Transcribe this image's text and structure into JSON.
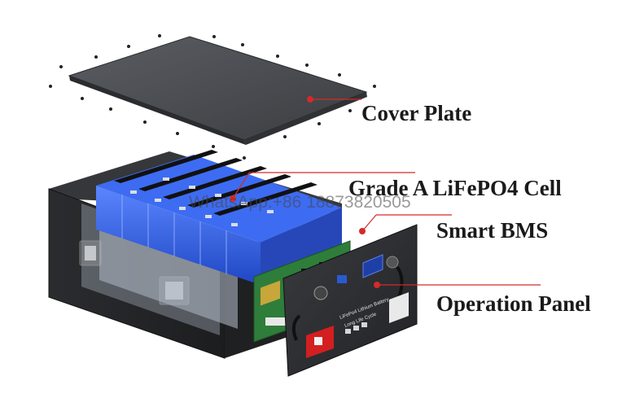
{
  "labels": {
    "cover_plate": "Cover Plate",
    "cell": "Grade A LiFePO4 Cell",
    "bms": "Smart BMS",
    "operation_panel": "Operation Panel"
  },
  "watermark": "WhatsApp:+86 18873820505",
  "panel_text": {
    "line1": "LiFePo4 Lithium Battery",
    "line2": "Long Life Cycle"
  },
  "colors": {
    "leader_line": "#d42a2a",
    "cell_blue": "#2f5ee0",
    "chassis": "#2a2a2a",
    "pcb_green": "#2e7d3a"
  }
}
